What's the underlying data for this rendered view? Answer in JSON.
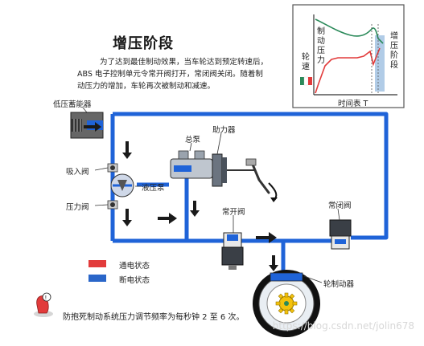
{
  "title": "增压阶段",
  "description": [
    "为了达到最佳制动效果，当车轮达到预定转速后，",
    "ABS 电子控制单元令常开阀打开，常闭阀关闭。随着制",
    "动压力的增加，车轮再次被制动和减速。"
  ],
  "inset_chart": {
    "ylabel_speed": "轮速",
    "ylabel_pressure": "制动压力",
    "phase_label": "增压阶段",
    "xlabel": "时间表 T",
    "colors": {
      "speed": "#2b8a5a",
      "pressure": "#e23b3b",
      "phase": "#a9c7e4"
    }
  },
  "components": {
    "accumulator": "低压蓄能器",
    "intake_valve": "吸入阀",
    "pressure_valve": "压力阀",
    "pump": "液压泵",
    "master_cylinder": "总泵",
    "booster": "助力器",
    "normally_open_valve": "常开阀",
    "normally_closed_valve": "常闭阀",
    "wheel_brake": "轮制动器"
  },
  "legend": [
    {
      "label": "通电状态",
      "color": "#e23b3b"
    },
    {
      "label": "断电状态",
      "color": "#2a66c9"
    }
  ],
  "footer_note": "防抱死制动系统压力调节频率为每秒钟 2 至 6 次。",
  "watermark": "https://blog.csdn.net/jolin678",
  "colors": {
    "pipe": "#1f63d8",
    "frame": "#333333"
  }
}
